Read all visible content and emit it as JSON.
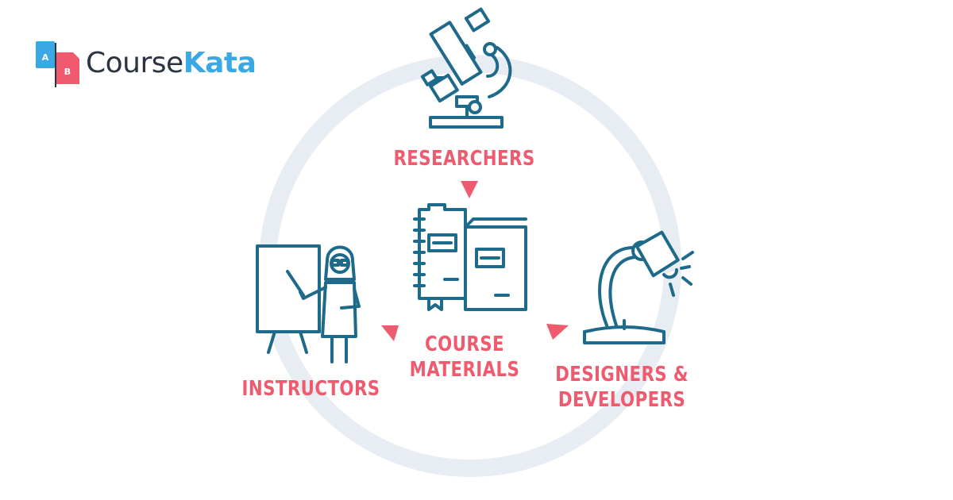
{
  "logo": {
    "part1": "Course",
    "part2": "Kata",
    "badge_a": "A",
    "badge_b": "B"
  },
  "colors": {
    "icon_stroke": "#1e6a8a",
    "label": "#ef5a6e",
    "arrow": "#ef5a6e",
    "ring": "#e8edf3",
    "logo_blue": "#3aa8e2",
    "logo_red": "#ef5a6e",
    "logo_dark": "#2b3440"
  },
  "nodes": {
    "researchers": {
      "label": "RESEARCHERS",
      "icon": "microscope-icon"
    },
    "course_materials": {
      "line1": "COURSE",
      "line2": "MATERIALS",
      "icon": "books-icon"
    },
    "designers": {
      "line1": "DESIGNERS &",
      "line2": "DEVELOPERS",
      "icon": "desk-lamp-icon"
    },
    "instructors": {
      "label": "INSTRUCTORS",
      "icon": "teacher-whiteboard-icon"
    }
  }
}
